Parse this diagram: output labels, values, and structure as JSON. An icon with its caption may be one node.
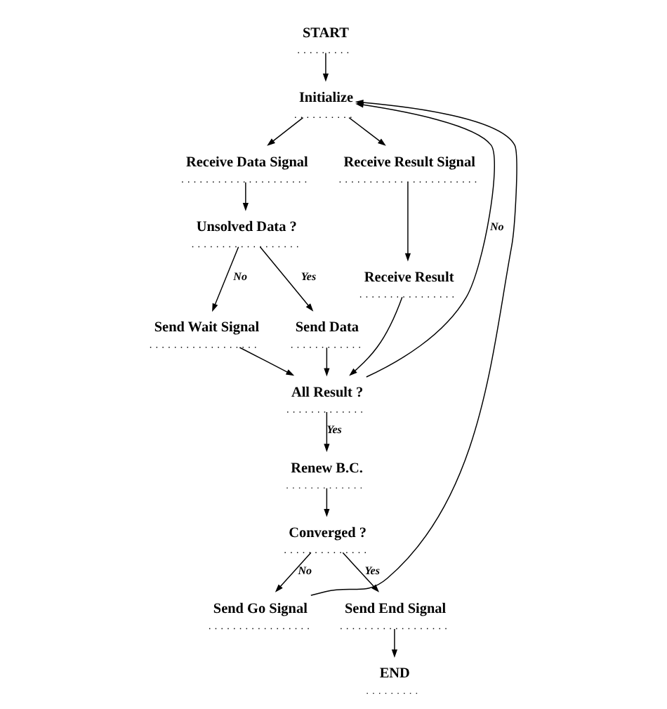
{
  "diagram": {
    "nodes": [
      {
        "text": [
          "START"
        ]
      },
      {
        "text": [
          "Initialize"
        ]
      },
      {
        "text": [
          "Receive Data Signal"
        ]
      },
      {
        "text": [
          "Receive Result Signal"
        ]
      },
      {
        "text": [
          "Unsolved Data ?"
        ]
      },
      {
        "text": [
          "Receive Result"
        ]
      },
      {
        "text": [
          "Send Wait Signal"
        ]
      },
      {
        "text": [
          "Send Data"
        ]
      },
      {
        "text": [
          "All Result ?"
        ]
      },
      {
        "text": [
          "Renew B.C."
        ]
      },
      {
        "text": [
          "Send Go Signal"
        ]
      },
      {
        "text": [
          "Converged ?"
        ]
      },
      {
        "text": [
          "Send End Signal"
        ]
      },
      {
        "text": [
          "END"
        ]
      }
    ],
    "edges": [
      {
        "from": 0,
        "to": 1,
        "arrow": "to"
      },
      {
        "from": 1,
        "to": 2,
        "arrow": "to"
      },
      {
        "from": 1,
        "to": 3,
        "arrow": "to"
      },
      {
        "from": 2,
        "to": 4,
        "arrow": "to"
      },
      {
        "from": 3,
        "to": 5,
        "arrow": "to"
      },
      {
        "from": 4,
        "to": 6,
        "arrow": "to",
        "label": "No"
      },
      {
        "from": 4,
        "to": 7,
        "arrow": "to",
        "label": "Yes"
      },
      {
        "from": 6,
        "to": 8,
        "arrow": "to"
      },
      {
        "from": 7,
        "to": 8,
        "arrow": "to"
      },
      {
        "from": 5,
        "to": 8,
        "arrow": "to"
      },
      {
        "from": 8,
        "to": 9,
        "arrow": "to",
        "label": "Yes"
      },
      {
        "from": 8,
        "to": 1,
        "arrow": "to",
        "label": "No"
      },
      {
        "from": 10,
        "to": 1,
        "arrow": "to"
      },
      {
        "from": 9,
        "to": 11,
        "arrow": "to"
      },
      {
        "from": 11,
        "to": 10,
        "arrow": "to",
        "label": "No"
      },
      {
        "from": 11,
        "to": 12,
        "arrow": "to",
        "label": "Yes"
      },
      {
        "from": 12,
        "to": 13,
        "arrow": "to"
      }
    ]
  }
}
